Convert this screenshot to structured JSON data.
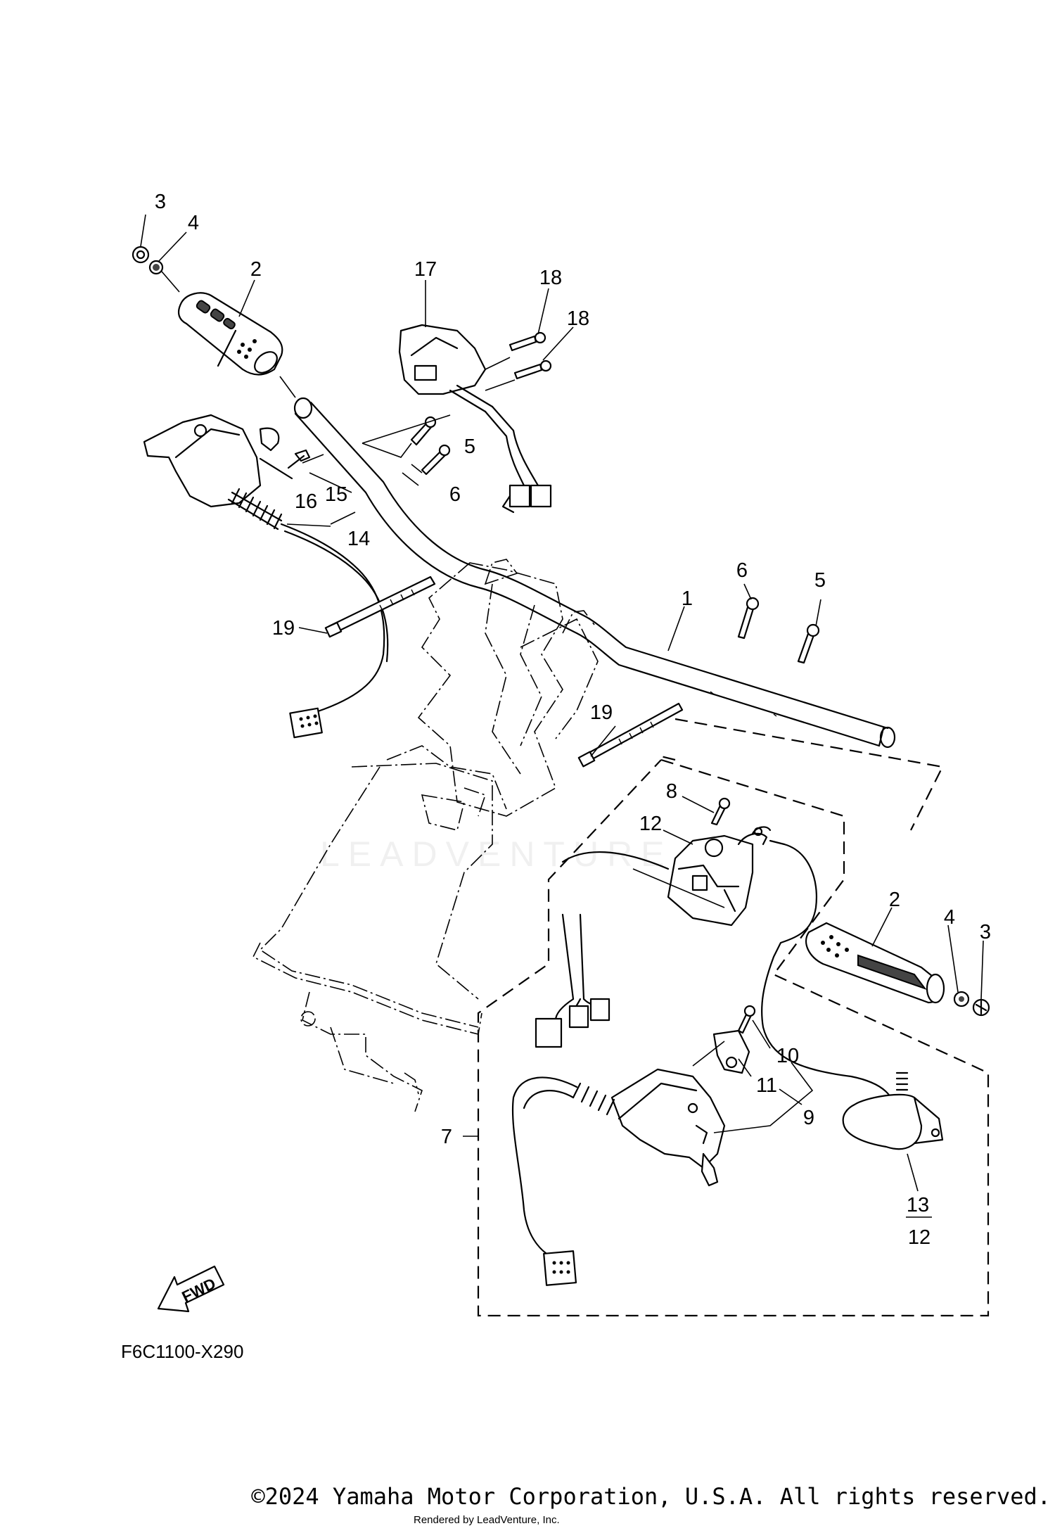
{
  "diagram": {
    "code": "F6C1100-X290",
    "fwd_label": "FWD",
    "watermark": "LEADVENTURE",
    "footer": {
      "copyright": "©2024 Yamaha Motor Corporation, U.S.A. All rights reserved.",
      "rendered_by": "Rendered by LeadVenture, Inc."
    },
    "callouts": [
      "3",
      "4",
      "2",
      "17",
      "18",
      "18",
      "5",
      "6",
      "15",
      "16",
      "14",
      "19",
      "6",
      "5",
      "1",
      "19",
      "8",
      "12",
      "2",
      "4",
      "3",
      "10",
      "11",
      "9",
      "7",
      "13",
      "12"
    ]
  }
}
